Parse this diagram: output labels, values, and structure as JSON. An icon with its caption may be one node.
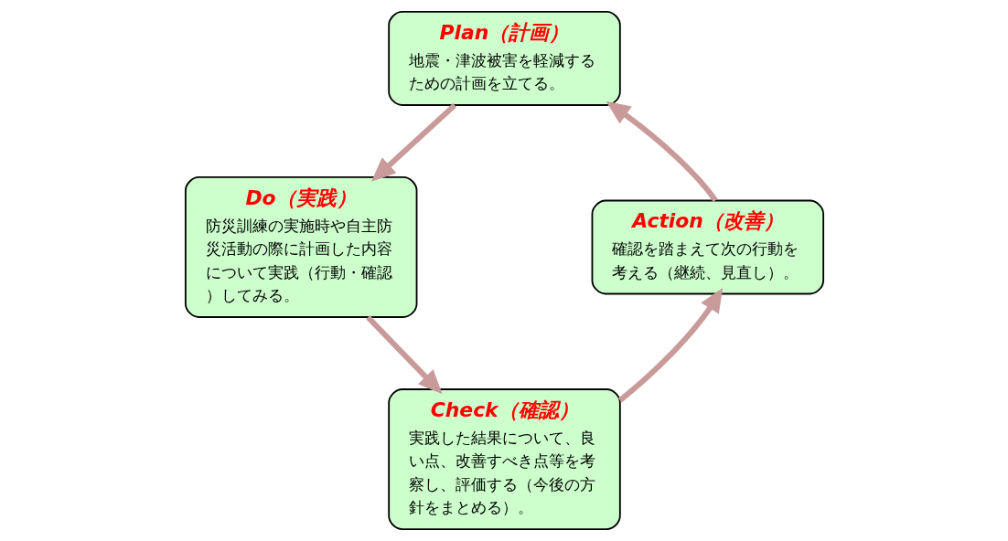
{
  "diagram": {
    "nodes": [
      {
        "text": [
          "Plan（計画）",
          "地震・津波被害を軽減するための計画を立てる。"
        ]
      },
      {
        "text": [
          "Do（実践）",
          "防災訓練の実施時や自主防災活動の際に計画した内容について実践（行動・確認）してみる。"
        ]
      },
      {
        "text": [
          "Check（確認）",
          "実践した結果について、良い点、改善すべき点等を考察し、評価する（今後の方針をまとめる）。"
        ]
      },
      {
        "text": [
          "Action（改善）",
          "確認を踏まえて次の行動を考える（継続、見直し）。"
        ]
      }
    ],
    "edges": [
      {
        "from": 0,
        "to": 1,
        "arrow": "to"
      },
      {
        "from": 1,
        "to": 2,
        "arrow": "to"
      },
      {
        "from": 2,
        "to": 3,
        "arrow": "to"
      },
      {
        "from": 3,
        "to": 0,
        "arrow": "to"
      }
    ]
  }
}
